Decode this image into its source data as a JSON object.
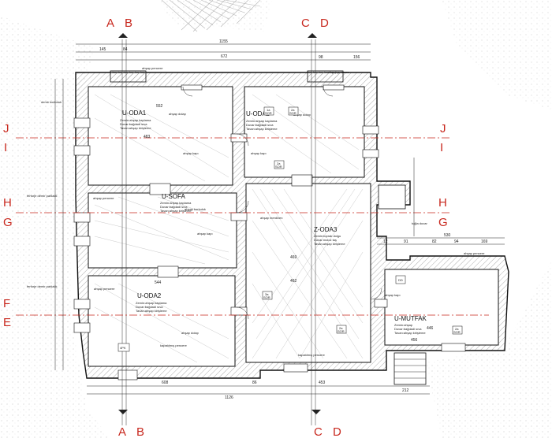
{
  "section_markers": {
    "top": [
      "A",
      "B",
      "C",
      "D"
    ],
    "bottom": [
      "A",
      "B",
      "C",
      "D"
    ],
    "left": [
      "J",
      "I",
      "H",
      "G",
      "F",
      "E"
    ],
    "right": [
      "J",
      "I",
      "H",
      "G"
    ]
  },
  "rooms": {
    "u_oda1": {
      "name": "U-ODA1",
      "lines": [
        "Zemin:ahşap kaplama",
        "Duvar:bağdadi sıva",
        "Tavan:ahşap kirişleme"
      ]
    },
    "u_oda3": {
      "name": "U-ODA3",
      "lines": [
        "Zemin:ahşap kaplama",
        "Duvar:bağdadi sıva",
        "Tavan:ahşap kirişleme"
      ]
    },
    "u_sofa": {
      "name": "U-SOFA",
      "lines": [
        "Zemin:ahşap kaplama",
        "Duvar:bağdadi sıva",
        "Tavan:ahşap kirişleme"
      ]
    },
    "z_oda3": {
      "name": "Z-ODA3",
      "lines": [
        "Zemin:toprak dolgu",
        "Duvar:moloz taş",
        "Tavan:ahşap kirişleme"
      ]
    },
    "u_oda2": {
      "name": "U-ODA2",
      "lines": [
        "Zemin:ahşap kaplama",
        "Duvar:bağdadi sıva",
        "Tavan:ahşap kirişleme"
      ]
    },
    "u_mutfak": {
      "name": "U-MUTFAK",
      "lines": [
        "Zemin:ahşap",
        "Duvar:bağdadi sıva",
        "Tavan:ahşap kirişleme"
      ]
    }
  },
  "annotations": {
    "demir_korkuluk": "demir korkuluk",
    "ferforje_pahlalik": "ferforje demir pahlalık",
    "ahsap_pencere": "ahşap pencere",
    "ahsap_kapi": "ahşap kapı",
    "ahsap_dolap": "ahşap dolap",
    "ahsap_merdiven": "ahşap merdiven",
    "kapatilmis_pencere": "kapatılmış pencere",
    "tugla_duvar": "tuğla duvar",
    "ahsap_korkuluk": "ahşap korkuluk"
  },
  "dimensions": {
    "top_total": "1155",
    "top_sub1": "672",
    "top_a": "145",
    "top_b": "84",
    "top_c": "98",
    "top_d": "156",
    "bottom_total": "1126",
    "bottom_sub1": "608",
    "bottom_a": "86",
    "bottom_b": "453",
    "bottom_c": "212",
    "right_total": "530",
    "right_a": "91",
    "right_b": "82",
    "right_c": "94",
    "right_d": "169",
    "right_e": "12",
    "mid_a": "469",
    "mid_b": "462",
    "mid_c": "456",
    "mid_d": "544",
    "mid_e": "552",
    "mid_f": "446",
    "mid_g": "483"
  },
  "tags": [
    "1a",
    "SOR",
    "2a",
    "SOR",
    "2a",
    "SOR",
    "3a",
    "SOR",
    "2a",
    "SOR",
    "2a",
    "SOR",
    "DD",
    "4PK"
  ]
}
